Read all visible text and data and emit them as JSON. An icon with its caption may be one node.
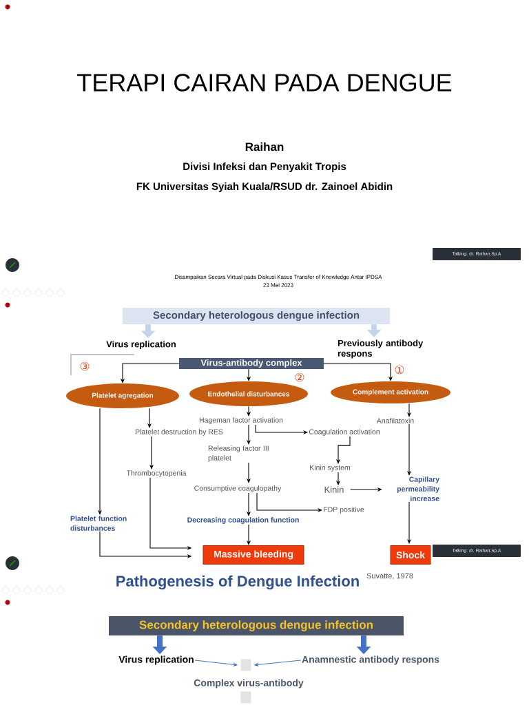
{
  "diagram": {
    "title": "TERAPI CAIRAN PADA DENGUE",
    "nodes": [
      {
        "text": [
          "Secondary heterologous dengue infection"
        ]
      },
      {
        "text": [
          "Virus replication"
        ]
      },
      {
        "text": [
          "Previously antibody respons"
        ]
      },
      {
        "text": [
          "Virus-antibody complex"
        ]
      },
      {
        "text": [
          "Platelet agregation"
        ]
      },
      {
        "text": [
          "Endothelial disturbances"
        ]
      },
      {
        "text": [
          "Complement activation"
        ]
      },
      {
        "text": [
          "Platelet destruction by RES"
        ]
      },
      {
        "text": [
          "Thrombocytopenia"
        ]
      },
      {
        "text": [
          "Platelet function disturbances"
        ]
      },
      {
        "text": [
          "Hageman factor activation"
        ]
      },
      {
        "text": [
          "Coagulation activation"
        ]
      },
      {
        "text": [
          "Releasing factor III platelet"
        ]
      },
      {
        "text": [
          "Consumptive coagulopathy"
        ]
      },
      {
        "text": [
          "Decreasing coagulation function"
        ]
      },
      {
        "text": [
          "FDP positive"
        ]
      },
      {
        "text": [
          "Kinin system"
        ]
      },
      {
        "text": [
          "Kinin"
        ]
      },
      {
        "text": [
          "Anafilatoxin"
        ]
      },
      {
        "text": [
          "Capillary permeability increase"
        ]
      },
      {
        "text": [
          "Massive bleeding"
        ]
      },
      {
        "text": [
          "Shock"
        ]
      },
      {
        "text": [
          "Secondary heterologous dengue infection"
        ]
      },
      {
        "text": [
          "Virus replication"
        ]
      },
      {
        "text": [
          "Anamnestic antibody respons"
        ]
      },
      {
        "text": [],
        "shape": "box"
      },
      {
        "text": [
          "Complex virus-antibody"
        ]
      },
      {
        "text": [],
        "shape": "box"
      }
    ],
    "edges": [
      {
        "from": 0,
        "to": 1,
        "arrow": "to",
        "style": "thick",
        "color": "#c5d3ec"
      },
      {
        "from": 0,
        "to": 2,
        "arrow": "to",
        "style": "thick",
        "color": "#c5d3ec"
      },
      {
        "from": 3,
        "to": 4,
        "arrow": "to"
      },
      {
        "from": 3,
        "to": 5,
        "arrow": "to"
      },
      {
        "from": 3,
        "to": 6,
        "arrow": "to"
      },
      {
        "from": 4,
        "to": 7,
        "arrow": "to"
      },
      {
        "from": 7,
        "to": 8,
        "arrow": "to"
      },
      {
        "from": 4,
        "to": 9,
        "arrow": "to"
      },
      {
        "from": 8,
        "to": 20,
        "arrow": "to"
      },
      {
        "from": 9,
        "to": 20,
        "arrow": "to"
      },
      {
        "from": 5,
        "to": 10,
        "arrow": "to"
      },
      {
        "from": 10,
        "to": 12,
        "arrow": "to"
      },
      {
        "from": 10,
        "to": 11,
        "arrow": "to"
      },
      {
        "from": 12,
        "to": 13,
        "arrow": "to"
      },
      {
        "from": 13,
        "to": 14,
        "arrow": "to"
      },
      {
        "from": 13,
        "to": 15,
        "arrow": "to"
      },
      {
        "from": 14,
        "to": 20,
        "arrow": "to"
      },
      {
        "from": 11,
        "to": 16,
        "arrow": "to"
      },
      {
        "from": 16,
        "to": 17,
        "arrow": "to"
      },
      {
        "from": 17,
        "to": 19,
        "arrow": "to"
      },
      {
        "from": 6,
        "to": 18,
        "arrow": "to"
      },
      {
        "from": 18,
        "to": 19,
        "arrow": "to"
      },
      {
        "from": 19,
        "to": 21,
        "arrow": "to"
      },
      {
        "from": 22,
        "to": 23,
        "arrow": "to",
        "style": "thick",
        "color": "#4472c4"
      },
      {
        "from": 22,
        "to": 24,
        "arrow": "to",
        "style": "thick",
        "color": "#4472c4"
      },
      {
        "from": 23,
        "to": 25,
        "arrow": "to",
        "color": "#4472c4"
      },
      {
        "from": 24,
        "to": 25,
        "arrow": "to",
        "color": "#4472c4"
      }
    ],
    "labels": [
      "Raihan",
      "Divisi Infeksi dan Penyakit Tropis",
      "FK Universitas Syiah Kuala/RSUD dr. Zainoel Abidin",
      "Talking: dr. Raihan,Sp.A",
      "Disampaikan Secara Virtual pada Diskusi Kasus Transfer of Knowledge Antar IPDSA",
      "23 Mei 2023",
      "③",
      "①",
      "②",
      "Talking: dr. Raihan,Sp.A",
      "Suvatte, 1978",
      "Pathogenesis of Dengue Infection"
    ]
  }
}
